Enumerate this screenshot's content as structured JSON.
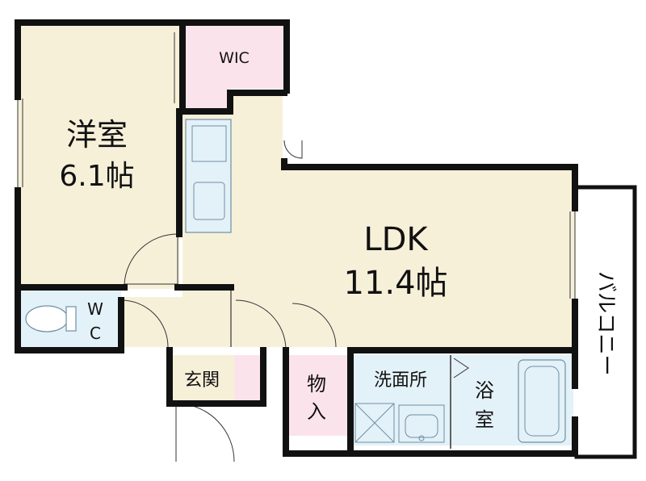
{
  "plan": {
    "rooms": {
      "western_name": "洋室",
      "western_size": "6.1帖",
      "wic": "WIC",
      "ldk_name": "LDK",
      "ldk_size": "11.4帖",
      "wc_top": "W",
      "wc_bottom": "C",
      "entrance": "玄関",
      "storage_top": "物",
      "storage_bottom": "入",
      "washroom": "洗面所",
      "bath_top": "浴",
      "bath_bottom": "室",
      "balcony": "バルコニー"
    },
    "colors": {
      "room_cream": "#f7f0d9",
      "closet_pink": "#fbe3ec",
      "wet_blue": "#e3f1f8",
      "wall": "#111111",
      "fixture_line": "#6f8fa3"
    }
  }
}
